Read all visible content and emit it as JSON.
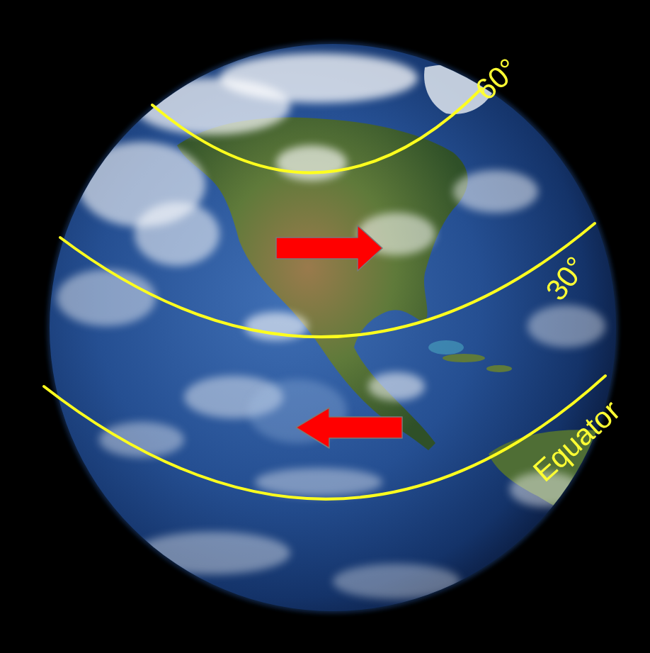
{
  "diagram": {
    "labels": [
      "60°",
      "30°",
      "Equator"
    ]
  }
}
